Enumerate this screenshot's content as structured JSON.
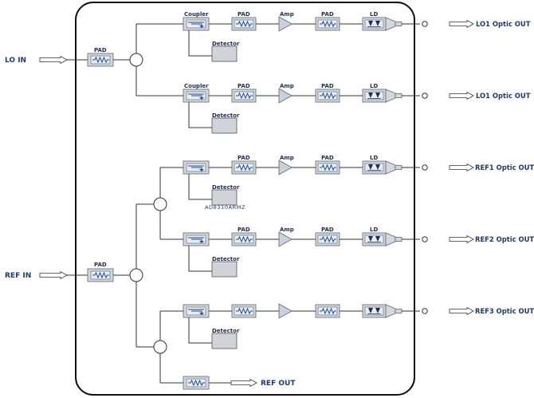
{
  "inputs": {
    "lo": "LO IN",
    "ref": "REF IN"
  },
  "labels": {
    "pad": "PAD",
    "coupler": "Coupler",
    "detector": "Detector",
    "amp": "Amp",
    "ld": "LD",
    "detector_part": "AD8310ARMZ"
  },
  "outputs": {
    "lo1_a": "LO1 Optic OUT",
    "lo1_b": "LO1 Optic OUT",
    "ref1": "REF1 Optic OUT",
    "ref2": "REF2 Optic OUT",
    "ref3": "REF3 Optic OUT",
    "ref_out": "REF OUT"
  }
}
